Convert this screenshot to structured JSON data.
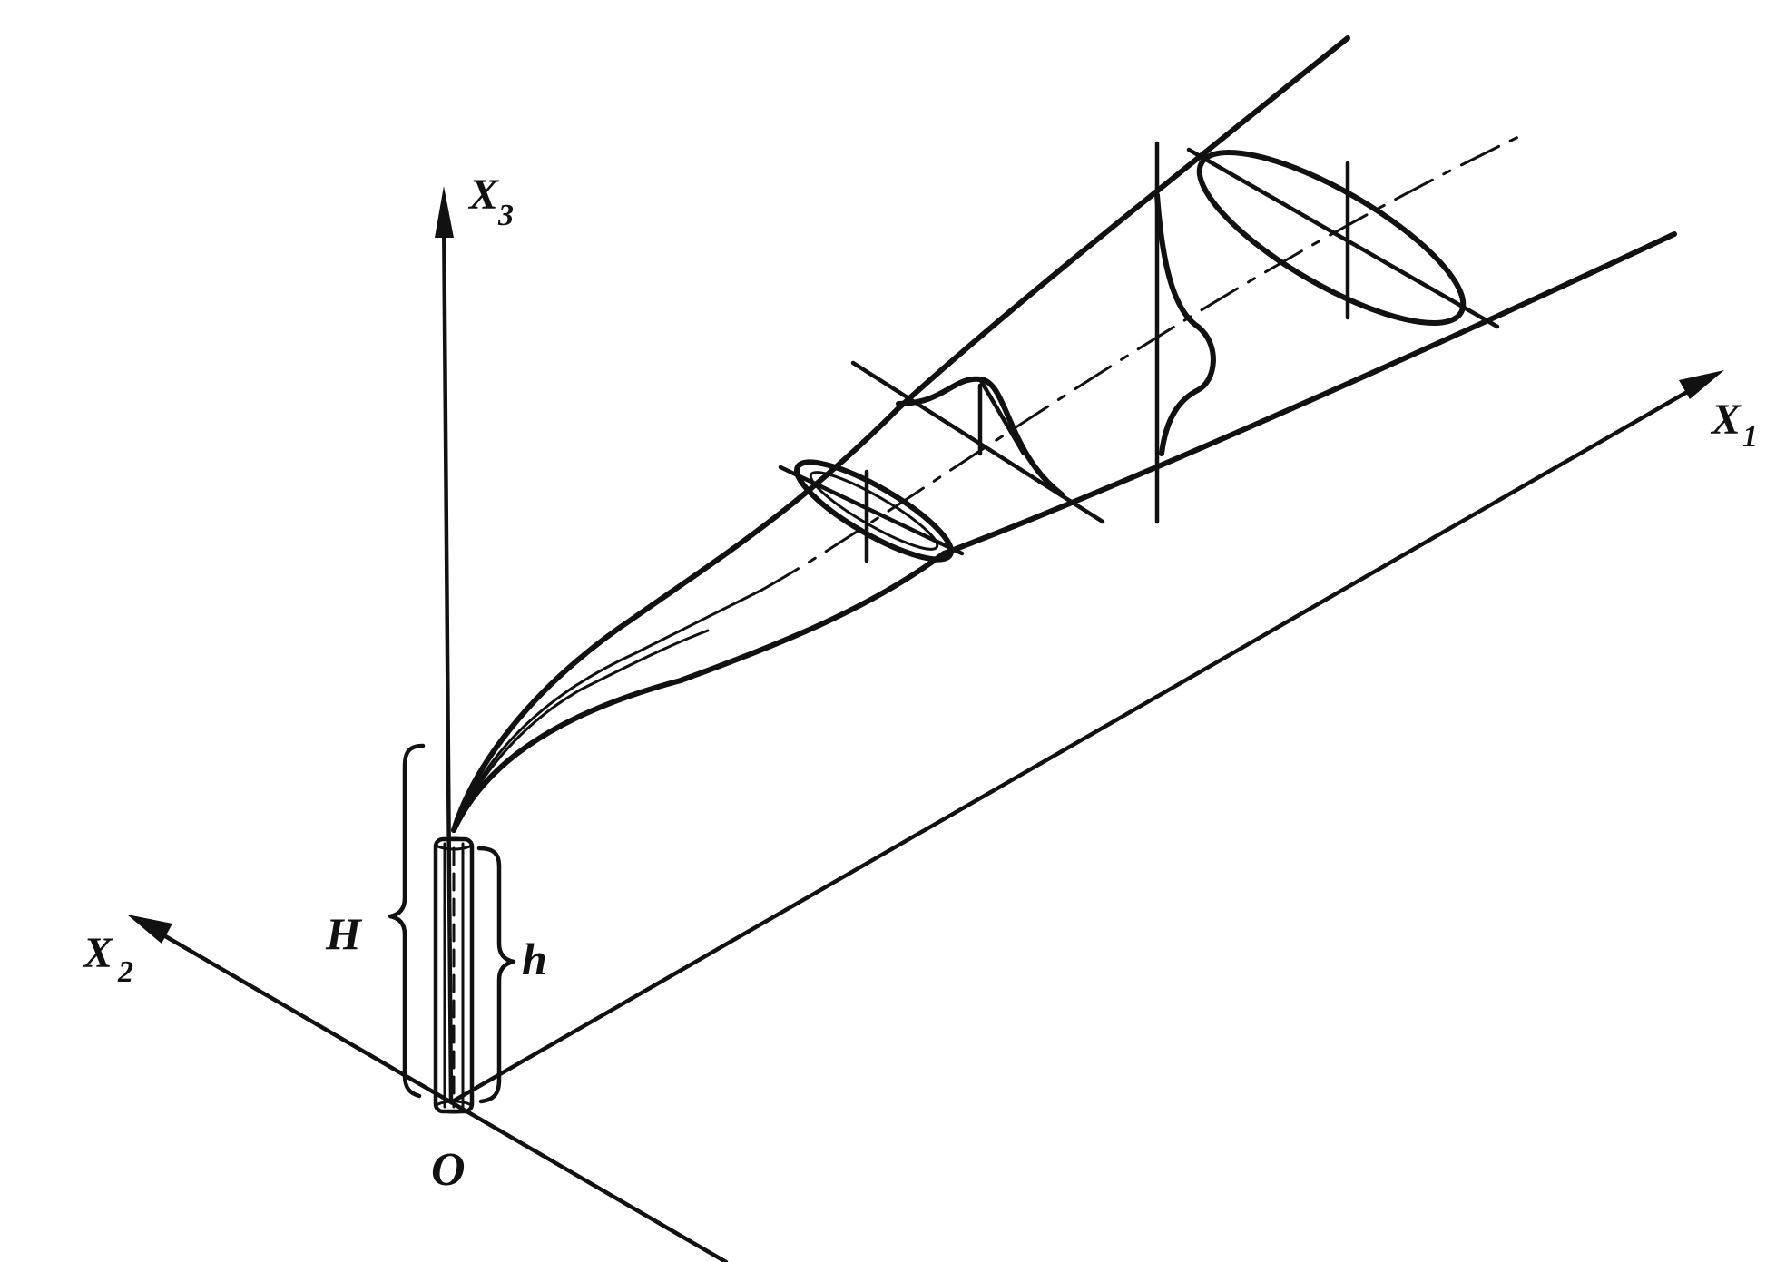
{
  "diagram": {
    "labels": {
      "x3": "X",
      "x3_sub": "3",
      "x1": "X",
      "x1_sub": "1",
      "x2": "X",
      "x2_sub": "2",
      "origin": "O",
      "stack_height": "H",
      "chimney_height": "h"
    },
    "colors": {
      "ink": "#111111",
      "paper": "#ffffff"
    }
  }
}
